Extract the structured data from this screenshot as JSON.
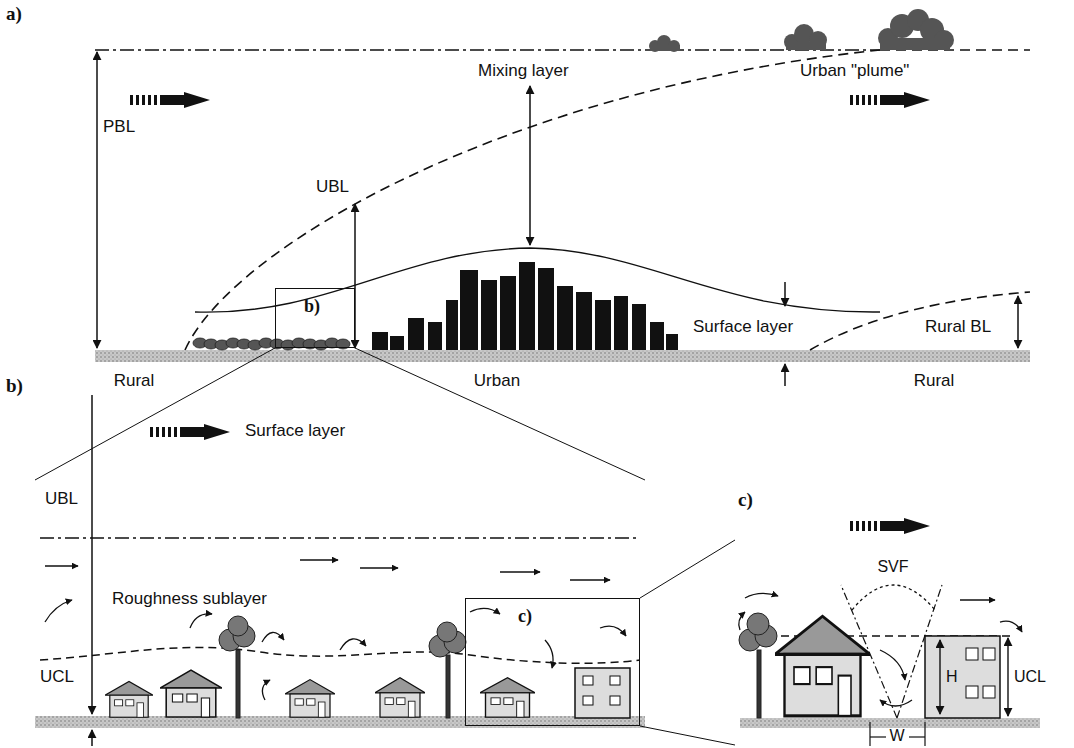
{
  "diagram": {
    "nodes": [
      {
        "text": [
          "b)"
        ]
      },
      {
        "text": [
          "c)"
        ]
      }
    ],
    "labels": [
      "a)",
      "PBL",
      "Mixing layer",
      "UBL",
      "Urban \"plume\"",
      "Surface layer",
      "Rural BL",
      "Rural",
      "Urban",
      "Rural",
      "b)",
      "Surface layer",
      "UBL",
      "Roughness sublayer",
      "UCL",
      "c)",
      "SVF",
      "H",
      "UCL",
      "W"
    ]
  }
}
